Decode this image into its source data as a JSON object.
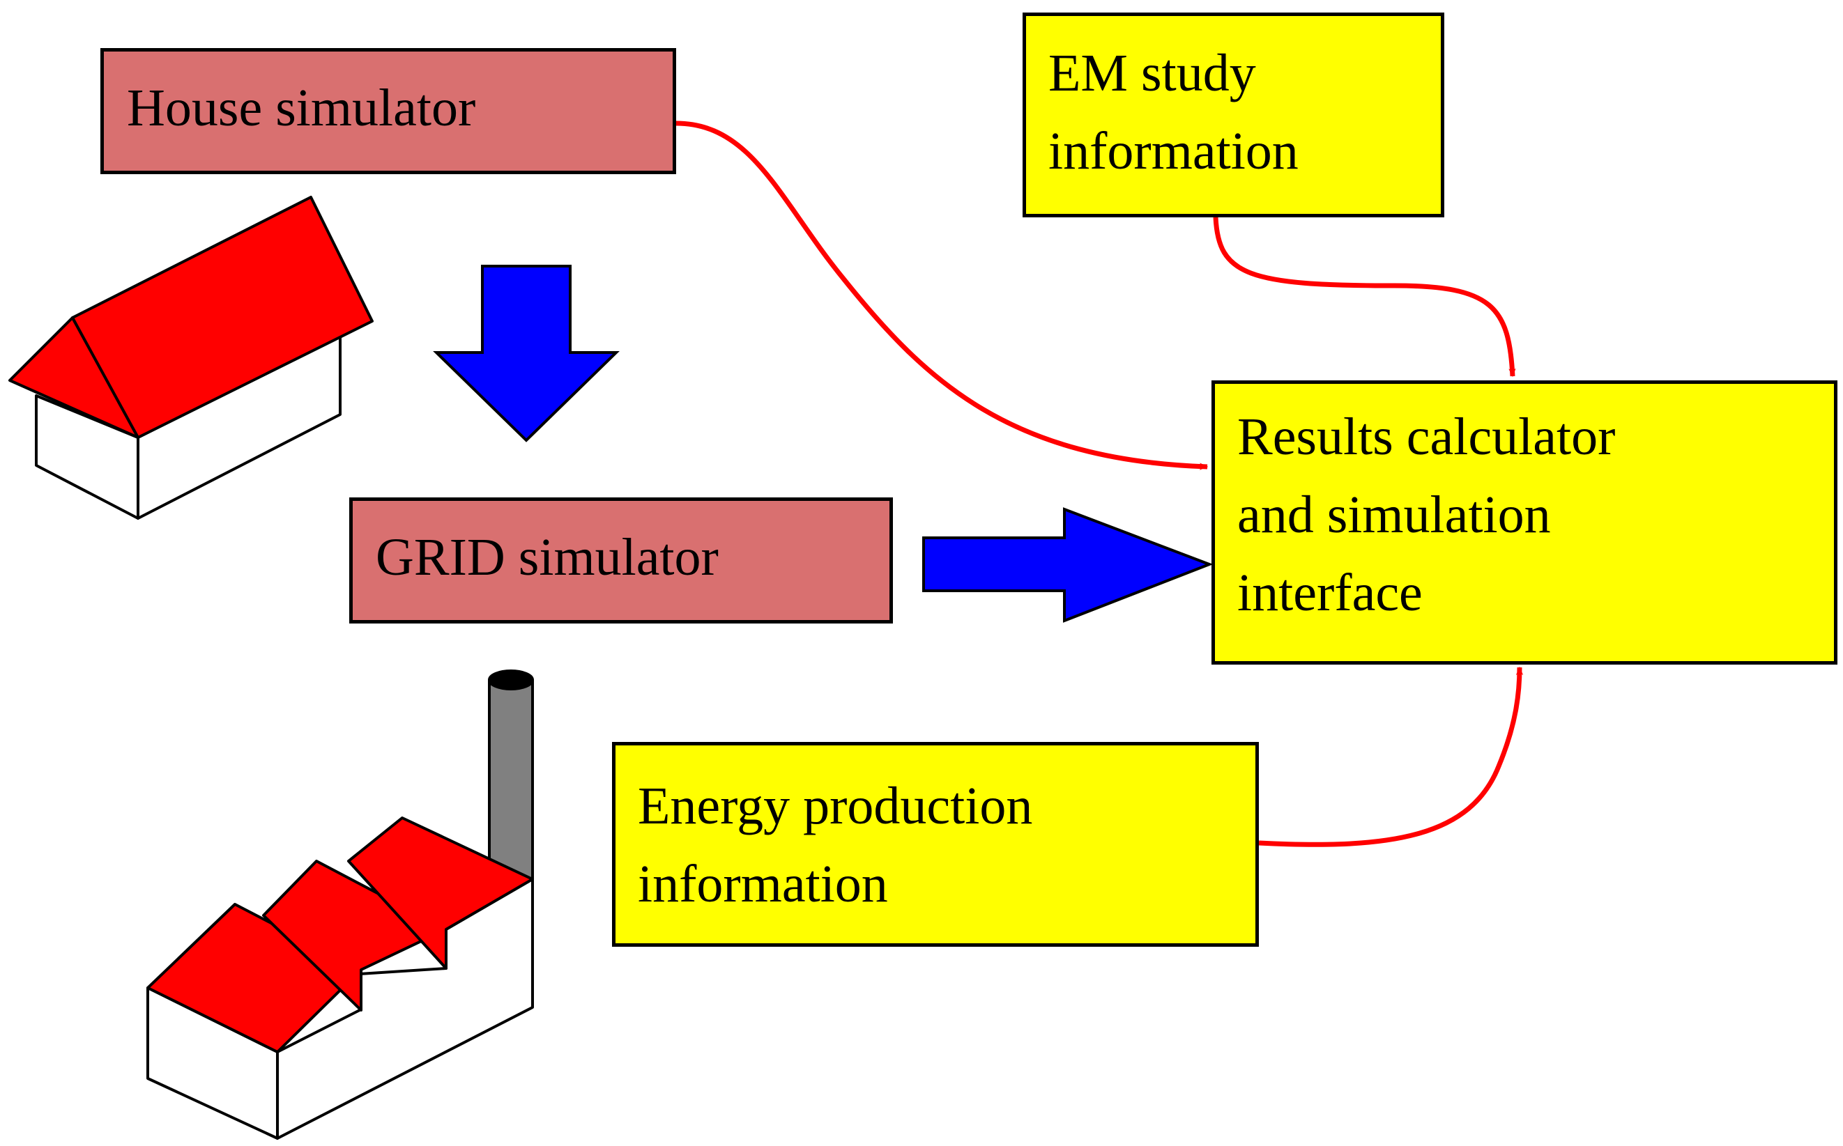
{
  "colors": {
    "simulator_fill": "#d97070",
    "info_fill": "#ffff00",
    "roof_red": "#ff0000",
    "arrow_blue": "#0000ff",
    "connector_red": "#ff0000",
    "chimney_gray": "#808080",
    "outline": "#000000",
    "wall_white": "#ffffff"
  },
  "boxes": {
    "house_simulator": {
      "lines": [
        "House simulator"
      ]
    },
    "grid_simulator": {
      "lines": [
        "GRID simulator"
      ]
    },
    "em_study": {
      "lines": [
        "EM study",
        "information"
      ]
    },
    "energy_production": {
      "lines": [
        "Energy production",
        "information"
      ]
    },
    "results_calculator": {
      "lines": [
        "Results calculator",
        "and simulation",
        "interface"
      ]
    }
  },
  "illustrations": {
    "house": "house-icon",
    "factory": "factory-icon"
  }
}
